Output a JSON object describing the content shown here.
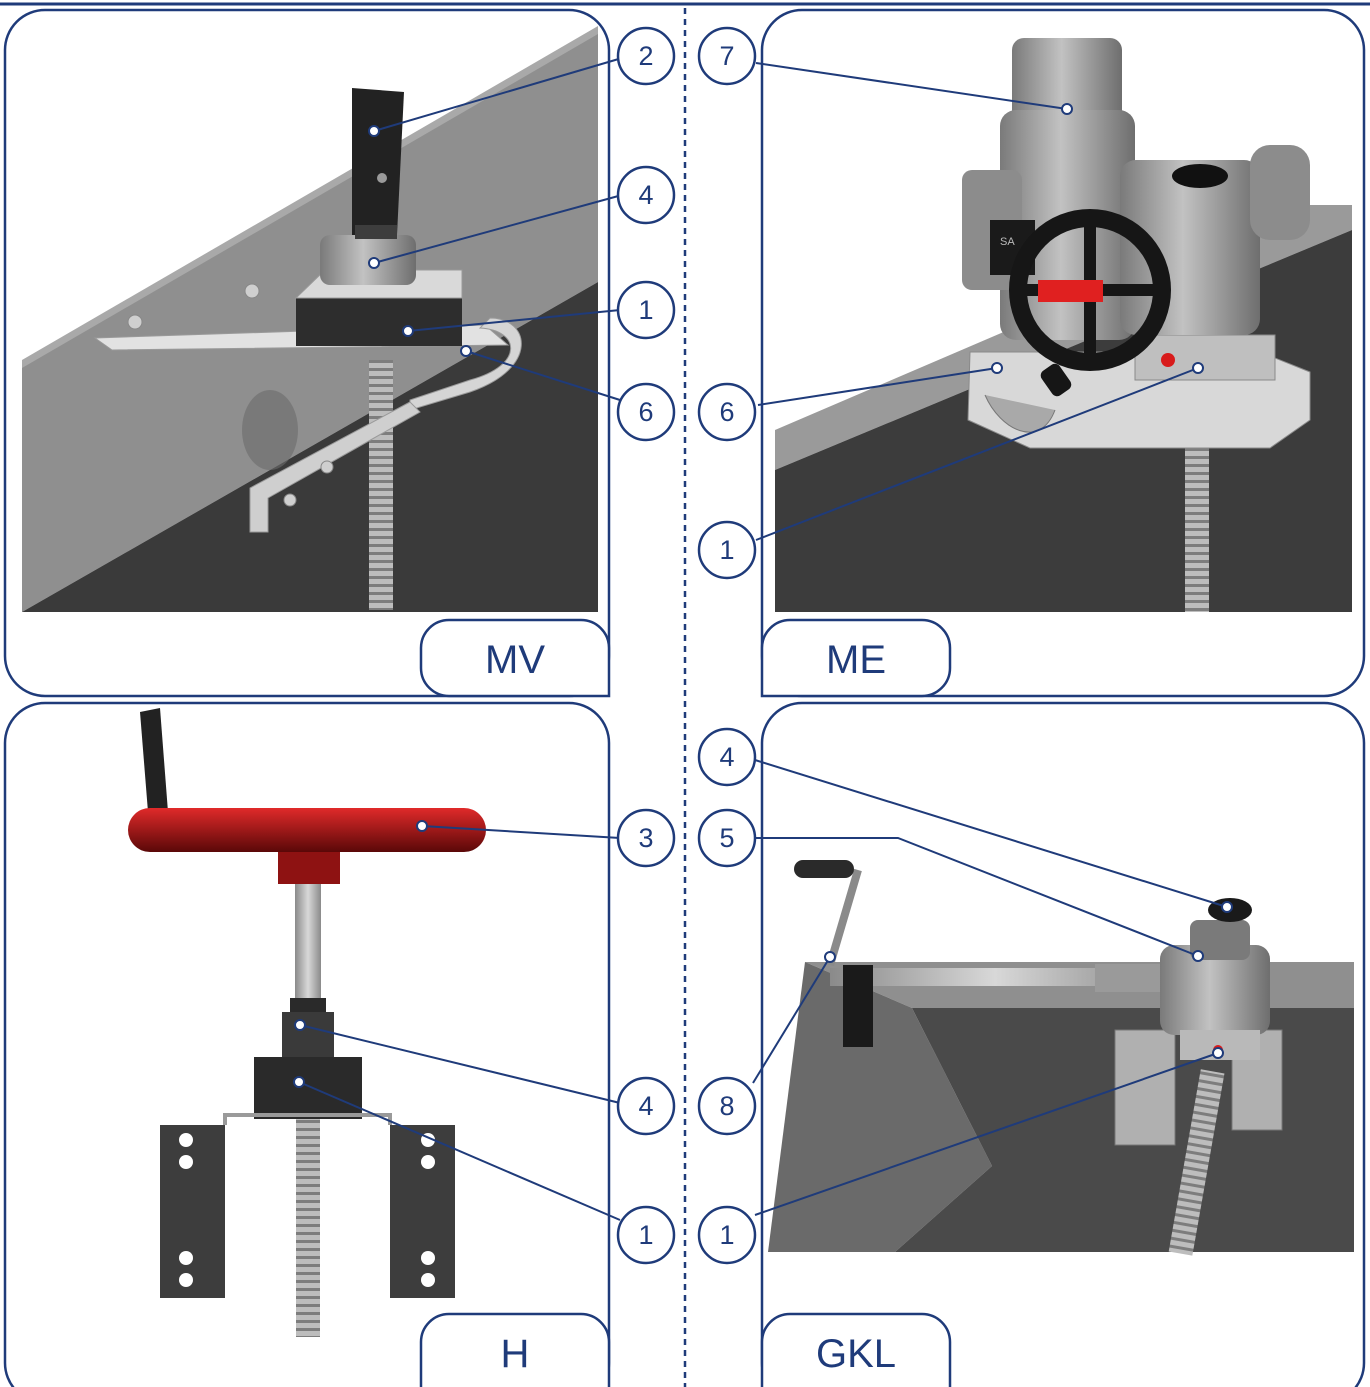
{
  "panels": [
    {
      "id": "mv",
      "label": "MV"
    },
    {
      "id": "me",
      "label": "ME"
    },
    {
      "id": "h",
      "label": "H"
    },
    {
      "id": "gkl",
      "label": "GKL"
    }
  ],
  "callouts": {
    "mv_2": "2",
    "mv_4": "4",
    "mv_1": "1",
    "mv_6": "6",
    "me_7": "7",
    "me_6": "6",
    "me_1": "1",
    "h_3": "3",
    "h_4": "4",
    "h_1": "1",
    "gkl_4": "4",
    "gkl_5": "5",
    "gkl_8": "8",
    "gkl_1": "1"
  },
  "device_text": "SA",
  "colors": {
    "frame": "#1f3b7a",
    "concrete_top": "#8e8e8e",
    "concrete_side": "#3b3b3b",
    "red": "#c01818",
    "metal": "#c9c9c9"
  }
}
